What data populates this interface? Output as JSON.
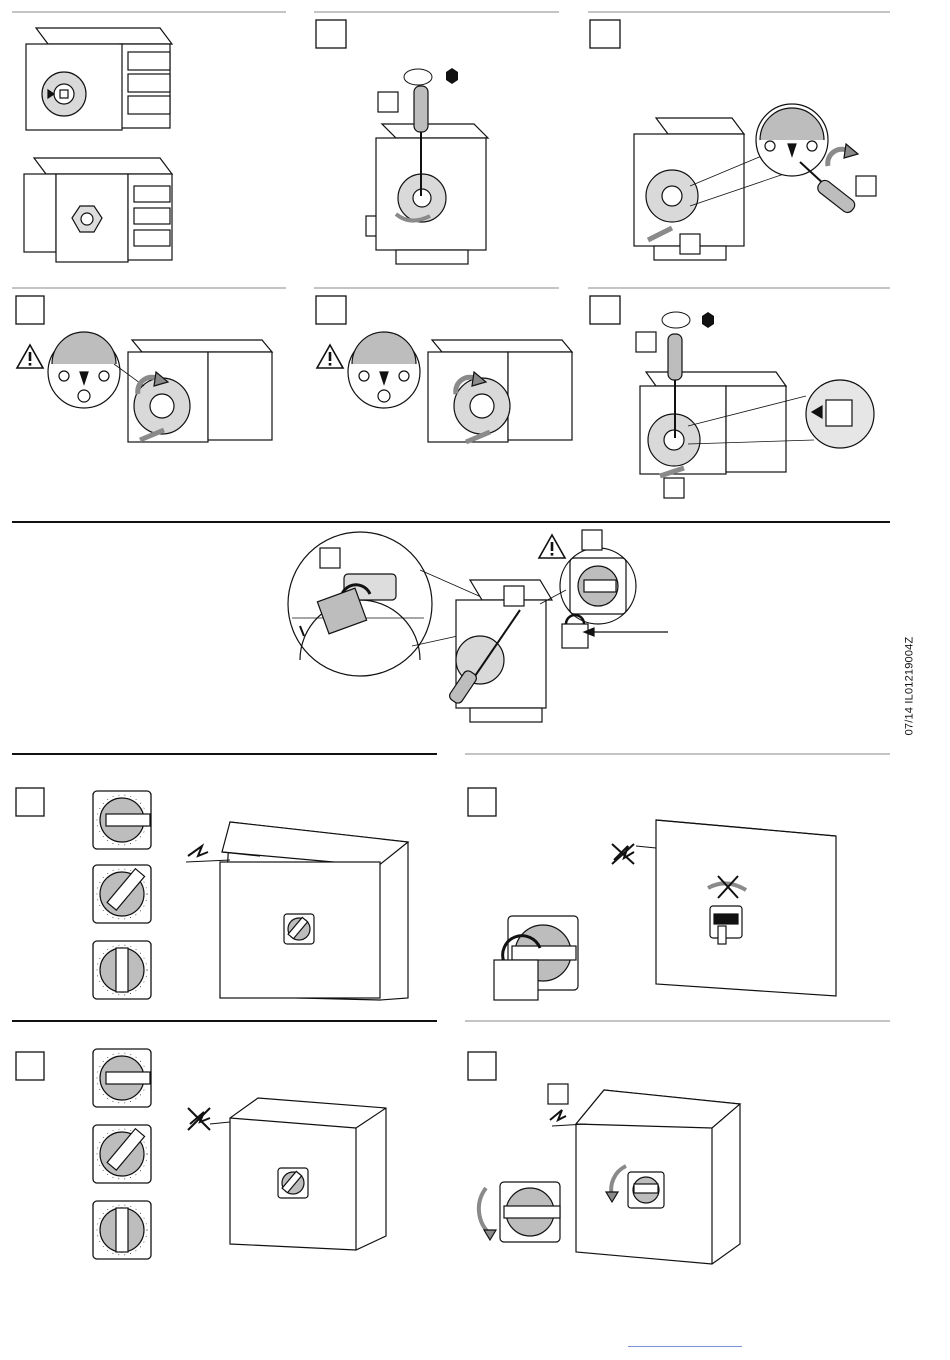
{
  "document": {
    "code": "07/14 IL01219004Z"
  },
  "panels": [
    {
      "id": "overview",
      "label": "",
      "description": "switch-variants"
    },
    {
      "id": "step-1",
      "label": "",
      "description": "handle-removal"
    },
    {
      "id": "step-2",
      "label": "",
      "description": "ring-screw"
    },
    {
      "id": "step-3",
      "label": "",
      "description": "align-mark"
    },
    {
      "id": "step-4",
      "label": "",
      "description": "align-mark"
    },
    {
      "id": "step-5",
      "label": "",
      "description": "shaft-adapter"
    },
    {
      "id": "lock",
      "label": "",
      "description": "padlock"
    },
    {
      "id": "door-1",
      "label": "",
      "description": "handle-positions"
    },
    {
      "id": "door-2",
      "label": "",
      "description": "locked-door"
    },
    {
      "id": "door-3",
      "label": "",
      "description": "handle-positions"
    },
    {
      "id": "door-4",
      "label": "",
      "description": "rotate-open"
    }
  ],
  "icons": [
    "warning-icon",
    "padlock-icon",
    "screwdriver-icon",
    "rotate-arrow-icon",
    "no-open-icon",
    "door-open-icon"
  ],
  "colors": {
    "line": "#1a1a1a",
    "grey": "#bdbdbd",
    "dark_grey": "#8a8a8a",
    "light_grey": "#e6e6e6"
  }
}
